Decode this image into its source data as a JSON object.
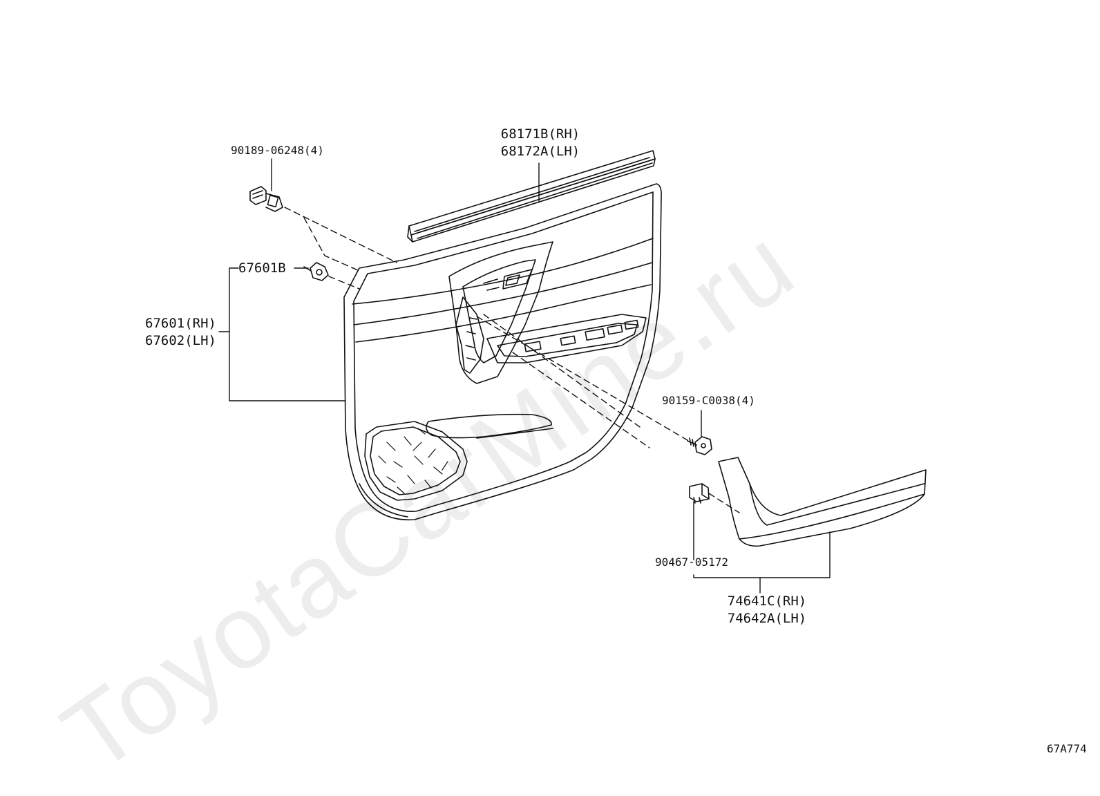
{
  "watermark": "ToyotaCarMine.ru",
  "diagram_id": "67A774",
  "parts": {
    "clip_top": {
      "label": "90189-06248(4)"
    },
    "weatherstrip": {
      "label_rh": "68171B(RH)",
      "label_lh": "68172A(LH)"
    },
    "clip_67601b": {
      "label": "67601B"
    },
    "door_trim_panel": {
      "label_rh": "67601(RH)",
      "label_lh": "67602(LH)"
    },
    "screw": {
      "label": "90159-C0038(4)"
    },
    "clip_lower": {
      "label": "90467-05172"
    },
    "moulding": {
      "label_rh": "74641C(RH)",
      "label_lh": "74642A(LH)"
    }
  },
  "colors": {
    "line": "#111111",
    "watermark": "#dddddd"
  }
}
